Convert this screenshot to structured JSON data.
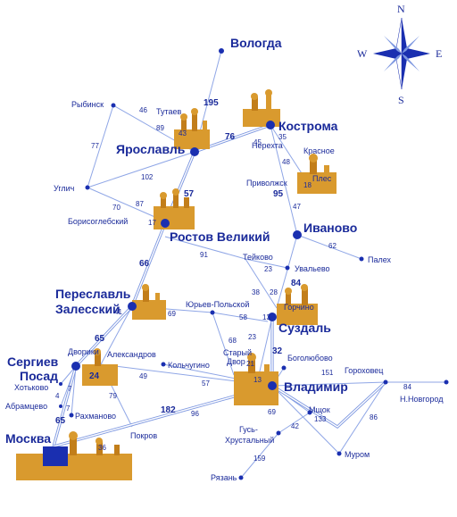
{
  "compass": {
    "n": "N",
    "s": "S",
    "e": "E",
    "w": "W"
  },
  "cities": {
    "vologda": "Вологда",
    "kostroma": "Кострома",
    "yaroslavl": "Ярославль",
    "rostov": "Ростов Великий",
    "ivanovo": "Иваново",
    "pereslavl_1": "Переславль",
    "pereslavl_2": "Залесский",
    "suzdal": "Суздаль",
    "sergiev_1": "Сергиев",
    "sergiev_2": "Посад",
    "vladimir": "Владимир",
    "moskva": "Москва"
  },
  "towns": {
    "rybinsk": "Рыбинск",
    "tutaev": "Тутаев",
    "uglich": "Углич",
    "borisoglebsky": "Борисоглебский",
    "nerekhta": "Нерехта",
    "krasnoe": "Красное",
    "privolzhsk": "Приволжск",
    "ples": "Плес",
    "palekh": "Палех",
    "teikovo": "Тейково",
    "uvalyevo": "Увальево",
    "gorchino": "Горчино",
    "yuryev": "Юрьев-Польской",
    "stary_dvor_1": "Старый",
    "stary_dvor_2": "Двор",
    "bogolyubovo": "Боголюбово",
    "gorokhovets": "Гороховец",
    "n_novgorod": "Н.Новгород",
    "dvoriki": "Дворики",
    "aleksandrov": "Александров",
    "kolchugino": "Кольчугино",
    "khotkovo": "Хотьково",
    "abramtsevo": "Абрамцево",
    "rakhmanovo": "Рахманово",
    "pokrov": "Покров",
    "mstyora": "Мщок",
    "gus_1": "Гусь-",
    "gus_2": "Хрустальный",
    "murom": "Муром",
    "ryazan": "Рязань"
  },
  "distances": {
    "d195": "195",
    "d76": "76",
    "d46": "46",
    "d89": "89",
    "d43": "43",
    "d77": "77",
    "d102": "102",
    "d70": "70",
    "d87": "87",
    "d17": "17",
    "d57": "57",
    "d45": "45",
    "d35": "35",
    "d48": "48",
    "d18": "18",
    "d95": "95",
    "d47": "47",
    "d62": "62",
    "d91": "91",
    "d23": "23",
    "d66": "66",
    "d38": "38",
    "d28": "28",
    "d84": "84",
    "d69": "69",
    "d58": "58",
    "d13a": "13",
    "d41": "41",
    "d65": "65",
    "d68": "68",
    "d23b": "23",
    "d32": "32",
    "d21": "21",
    "d24": "24",
    "d49": "49",
    "d57b": "57",
    "d13b": "13",
    "d151": "151",
    "d84b": "84",
    "d7a": "7",
    "d4": "4",
    "d7b": "7",
    "d79": "79",
    "d96": "96",
    "d182": "182",
    "d65b": "65",
    "d36": "36",
    "d69b": "69",
    "d133": "133",
    "d42": "42",
    "d86": "86",
    "d159": "159"
  }
}
